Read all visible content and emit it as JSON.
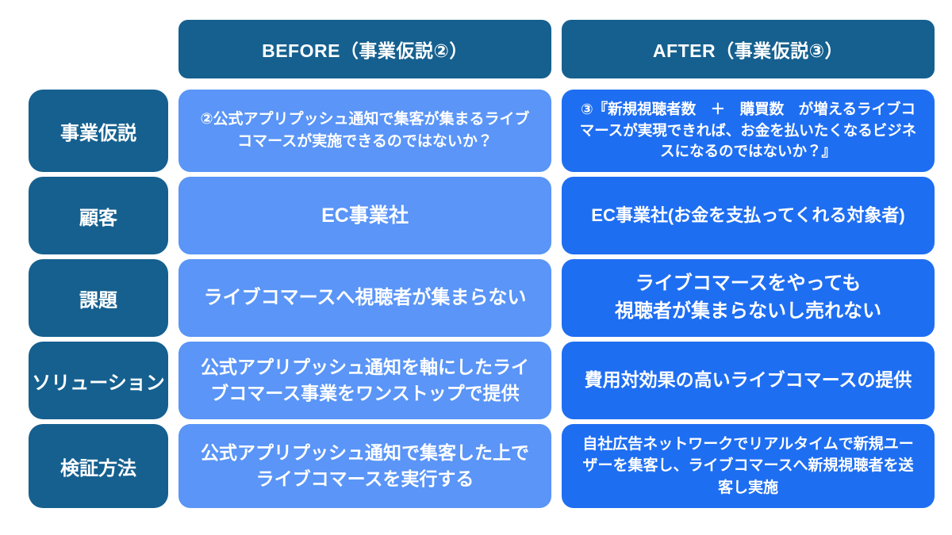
{
  "colors": {
    "dark_blue": "#15608F",
    "before_blue": "#5A95F7",
    "after_blue": "#1E6EF2",
    "text_white": "#FFFFFF"
  },
  "table": {
    "headers": [
      {
        "label": "BEFORE（事業仮説②）"
      },
      {
        "label": "AFTER（事業仮説③）"
      }
    ],
    "rows": [
      {
        "label": "事業仮説",
        "before": "②公式アプリプッシュ通知で集客が集まるライブコマースが実施できるのではないか？",
        "after": "③『新規視聴者数　＋　購買数　が増えるライブコマースが実現できれば、お金を払いたくなるビジネスになるのではないか？』"
      },
      {
        "label": "顧客",
        "before": "EC事業社",
        "after": "EC事業社(お金を支払ってくれる対象者)"
      },
      {
        "label": "課題",
        "before": "ライブコマースへ視聴者が集まらない",
        "after": "ライブコマースをやっても\n視聴者が集まらないし売れない"
      },
      {
        "label": "ソリューション",
        "before": "公式アプリプッシュ通知を軸にしたライブコマース事業をワンストップで提供",
        "after": "費用対効果の高いライブコマースの提供"
      },
      {
        "label": "検証方法",
        "before": "公式アプリプッシュ通知で集客した上で\nライブコマースを実行する",
        "after": "自社広告ネットワークでリアルタイムで新規ユーザーを集客し、ライブコマースへ新規視聴者を送客し実施"
      }
    ]
  }
}
